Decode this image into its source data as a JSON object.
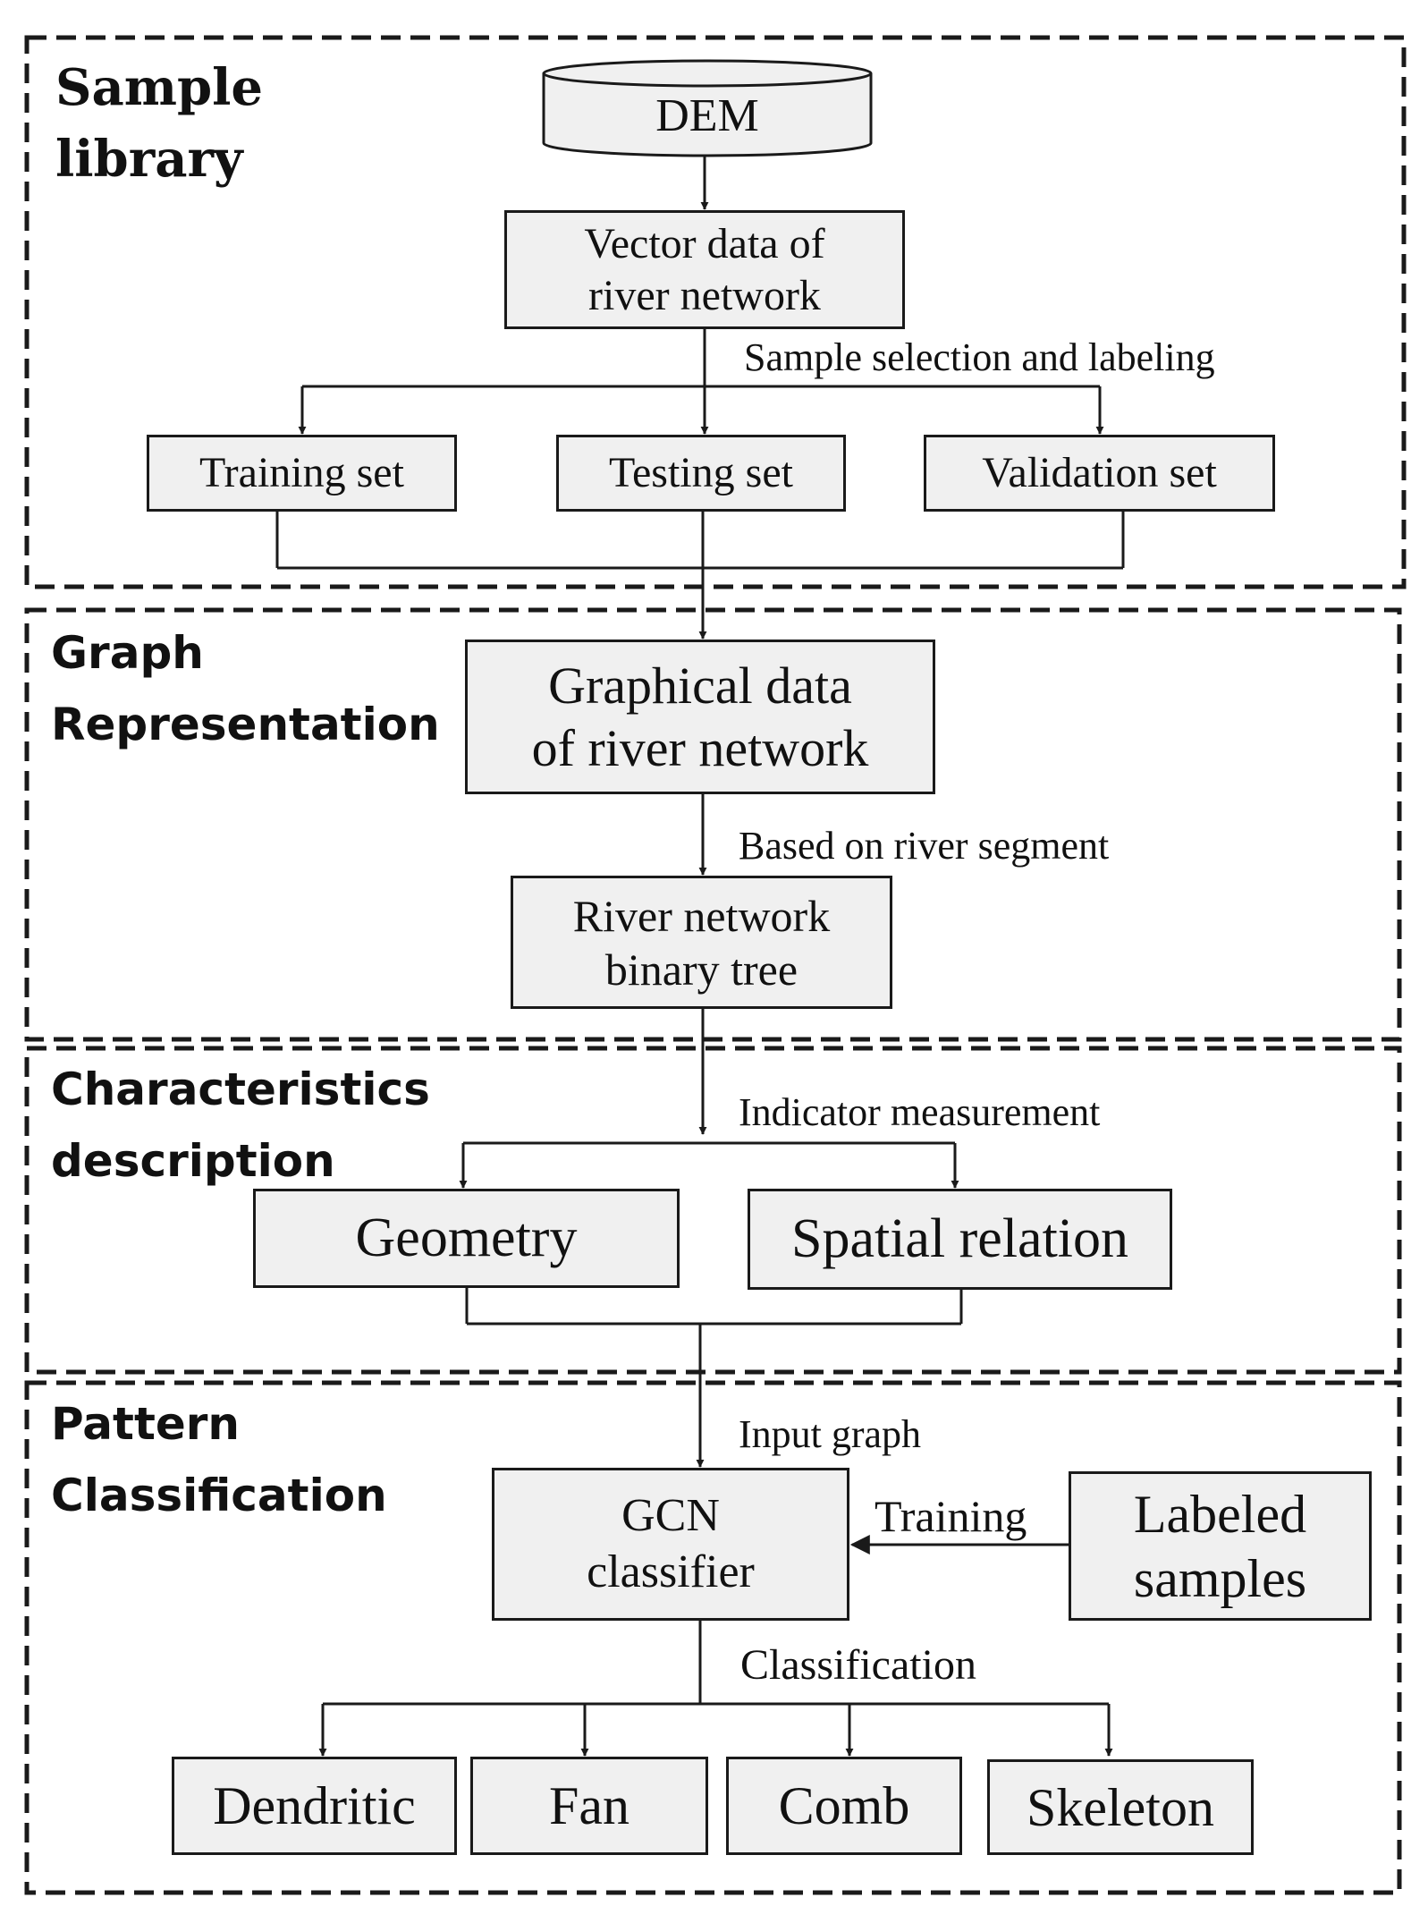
{
  "sections": {
    "sample_library": {
      "line1": "Sample",
      "line2": "library"
    },
    "graph_representation": {
      "line1": "Graph",
      "line2": "Representation"
    },
    "characteristics_description": {
      "line1": "Characteristics",
      "line2": "description"
    },
    "pattern_classification": {
      "line1": "Pattern",
      "line2": "Classification"
    }
  },
  "nodes": {
    "dem": "DEM",
    "vector_data": {
      "line1": "Vector data of",
      "line2": "river network"
    },
    "training_set": "Training set",
    "testing_set": "Testing set",
    "validation_set": "Validation set",
    "graphical_data": {
      "line1": "Graphical data",
      "line2": "of river network"
    },
    "binary_tree": {
      "line1": "River network",
      "line2": "binary tree"
    },
    "geometry": "Geometry",
    "spatial_relation": "Spatial relation",
    "gcn": {
      "line1": "GCN",
      "line2": "classifier"
    },
    "labeled_samples": {
      "line1": "Labeled",
      "line2": "samples"
    },
    "dendritic": "Dendritic",
    "fan": "Fan",
    "comb": "Comb",
    "skeleton": "Skeleton"
  },
  "edge_labels": {
    "sample_selection": "Sample selection and labeling",
    "river_segment": "Based on river segment",
    "indicator": "Indicator measurement",
    "input_graph": "Input graph",
    "training": "Training",
    "classification": "Classification"
  },
  "colors": {
    "box_fill": "#f0f0f0",
    "stroke": "#1a1a1a",
    "text": "#111111"
  }
}
